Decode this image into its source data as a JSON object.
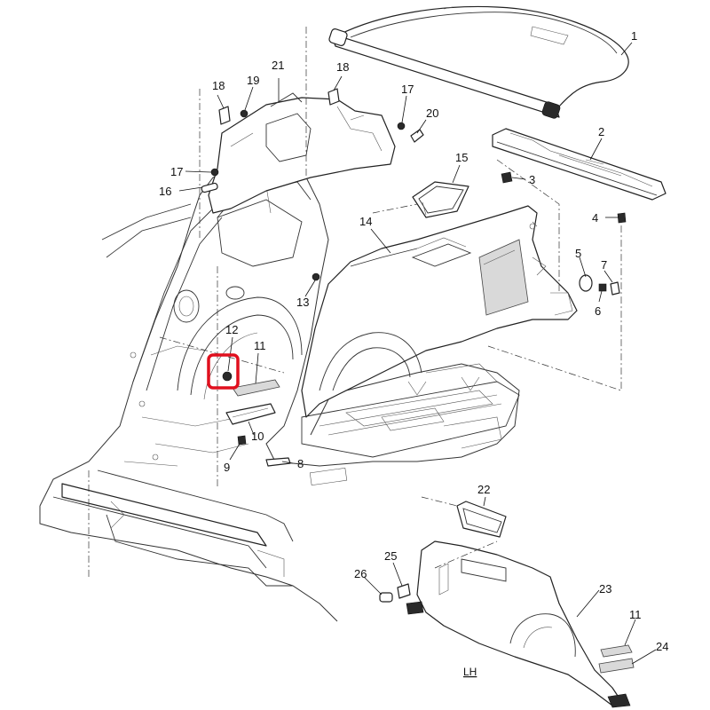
{
  "callouts": {
    "c1": "1",
    "c2": "2",
    "c3": "3",
    "c4": "4",
    "c5": "5",
    "c6": "6",
    "c7": "7",
    "c8": "8",
    "c9": "9",
    "c10": "10",
    "c11a": "11",
    "c11b": "11",
    "c12": "12",
    "c13": "13",
    "c14": "14",
    "c15": "15",
    "c16": "16",
    "c17a": "17",
    "c17b": "17",
    "c18a": "18",
    "c18b": "18",
    "c19": "19",
    "c20": "20",
    "c21": "21",
    "c22": "22",
    "c23": "23",
    "c24": "24",
    "c25": "25",
    "c26": "26"
  },
  "view_label": "LH",
  "highlight": {
    "target": "12",
    "color": "#e0101e"
  }
}
